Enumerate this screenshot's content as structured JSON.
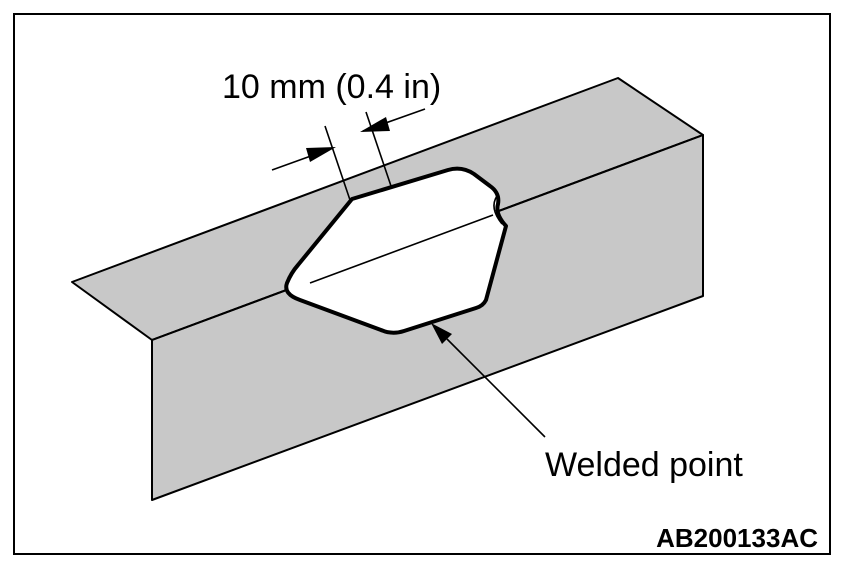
{
  "diagram": {
    "dimension_label": "10 mm (0.4 in)",
    "callout_label": "Welded point",
    "figure_id": "AB200133AC"
  },
  "colors": {
    "panel_fill": "#c8c8c8",
    "line": "#000000",
    "weld_fill": "#ffffff",
    "background": "#ffffff"
  }
}
